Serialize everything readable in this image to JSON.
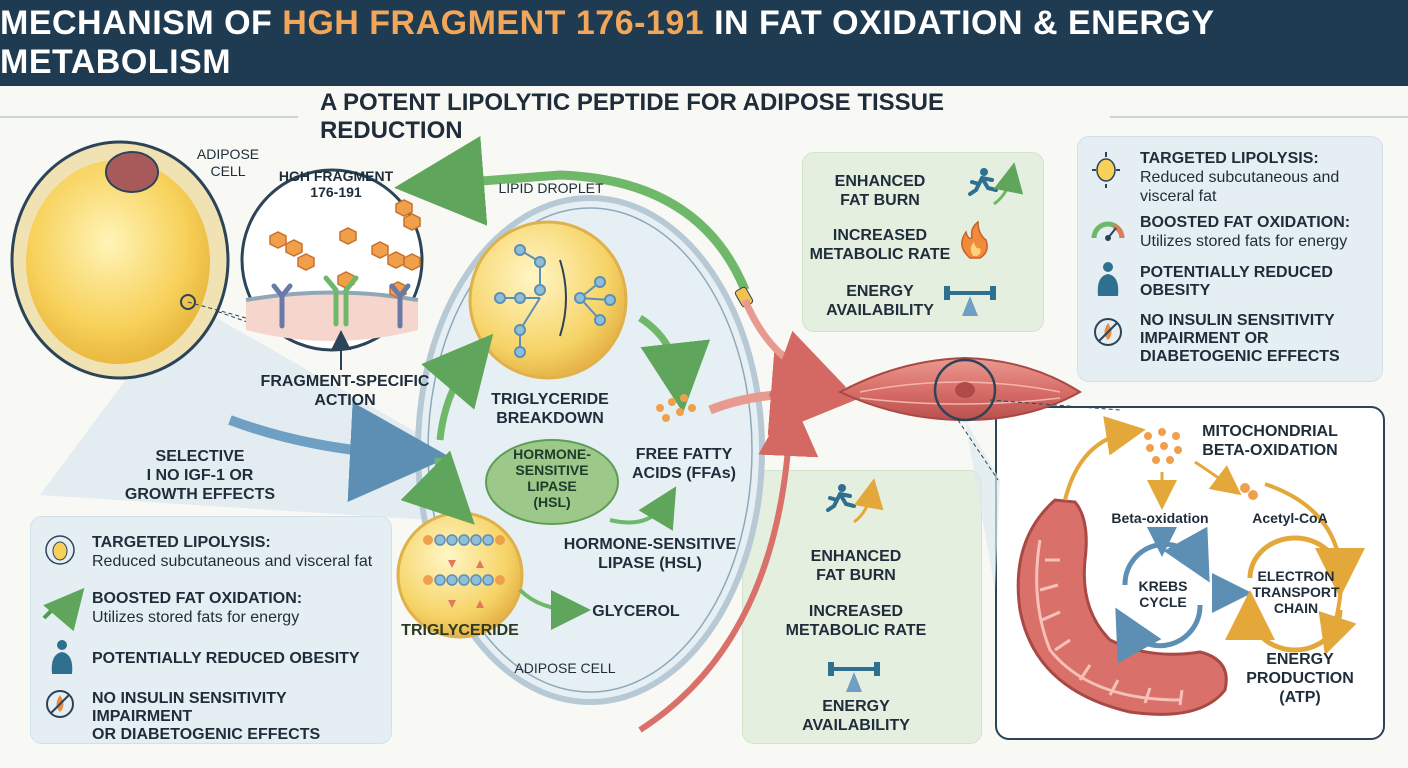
{
  "header": {
    "title_pre": "MECHANISM OF ",
    "title_highlight": "HGH FRAGMENT 176-191",
    "title_post": " IN FAT OXIDATION & ENERGY METABOLISM"
  },
  "subtitle": "A POTENT LIPOLYTIC PEPTIDE FOR ADIPOSE TISSUE REDUCTION",
  "colors": {
    "header_bg": "#1f3b52",
    "title_highlight": "#f2a65a",
    "fat_yellow": "#f7d15a",
    "muscle_red": "#d9706a",
    "arrow_green": "#6fb86a",
    "arrow_blue": "#6f9fc2"
  },
  "labels": {
    "adipose_cell_top": "ADIPOSE\nCELL",
    "hgh_fragment": "HGH FRAGMENT\n176-191",
    "lipid_droplet": "LIPID DROPLET",
    "fragment_action": "FRAGMENT-SPECIFIC\nACTION",
    "selective": "SELECTIVE\nI NO IGF-1 OR\nGROWTH EFFECTS",
    "tg_breakdown": "TRIGLYCERIDE\nBREAKDOWN",
    "hsl_center": "HORMONE-\nSENSITIVE\nLIPASE\n(HSL)",
    "ffa": "FREE FATTY\nACIDS (FFAs)",
    "hsl_right": "HORMONE-SENSITIVE\nLIPASE (HSL)",
    "triglyceride": "TRIGLYCERIDE",
    "glycerol": "GLYCEROL",
    "adipose_cell_bottom": "ADIPOSE CELL",
    "mito_beta": "MITOCHONDRIAL\nBETA-OXIDATION",
    "beta_ox": "Beta-oxidation",
    "acetyl": "Acetyl-CoA",
    "krebs": "KREBS\nCYCLE",
    "etc": "ELECTRON\nTRANSPORT\nCHAIN",
    "energy_prod": "ENERGY\nPRODUCTION\n(ATP)"
  },
  "effects_top": [
    {
      "label": "ENHANCED\nFAT BURN",
      "icon": "runner-icon"
    },
    {
      "label": "INCREASED\nMETABOLIC RATE",
      "icon": "flame-icon"
    },
    {
      "label": "ENERGY\nAVAILABILITY",
      "icon": "balance-icon"
    }
  ],
  "effects_bottom": [
    {
      "label": "ENHANCED\nFAT BURN",
      "icon": "runner-icon"
    },
    {
      "label": "INCREASED\nMETABOLIC RATE",
      "icon": "flame-icon"
    },
    {
      "label": "ENERGY\nAVAILABILITY",
      "icon": "balance-icon"
    }
  ],
  "benefits_top_right": [
    {
      "title": "TARGETED LIPOLYSIS:",
      "desc": "Reduced subcutaneous and\nvisceral fat",
      "icon": "fat-drop-icon"
    },
    {
      "title": "BOOSTED FAT OXIDATION:",
      "desc": "Utilizes stored fats for energy",
      "icon": "gauge-icon"
    },
    {
      "title": "POTENTIALLY REDUCED\nOBESITY",
      "desc": "",
      "icon": "body-icon"
    },
    {
      "title": "NO INSULIN SENSITIVITY\nIMPAIRMENT OR\nDIABETOGENIC EFFECTS",
      "desc": "",
      "icon": "no-drop-icon"
    }
  ],
  "benefits_bottom_left": [
    {
      "title": "TARGETED LIPOLYSIS:",
      "desc": "Reduced subcutaneous and visceral fat",
      "icon": "fat-drop-icon"
    },
    {
      "title": "BOOSTED FAT OXIDATION:",
      "desc": "Utilizes stored fats for energy",
      "icon": "trend-icon"
    },
    {
      "title": "POTENTIALLY REDUCED OBESITY",
      "desc": "",
      "icon": "body-icon"
    },
    {
      "title": "NO INSULIN SENSITIVITY IMPAIRMENT\nOR DIABETOGENIC EFFECTS",
      "desc": "",
      "icon": "no-drop-icon"
    }
  ]
}
